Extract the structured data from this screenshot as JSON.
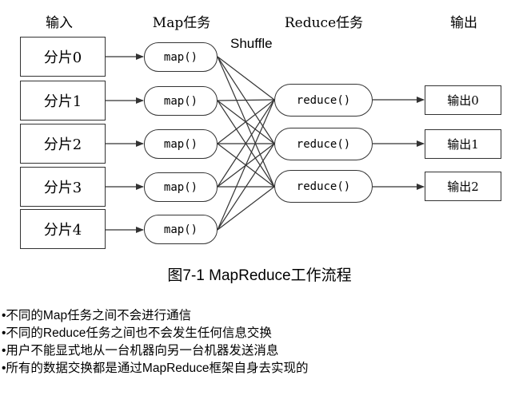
{
  "headers": {
    "input": "输入",
    "map": "Map任务",
    "reduce": "Reduce任务",
    "output": "输出"
  },
  "inputs": [
    "分片0",
    "分片1",
    "分片2",
    "分片3",
    "分片4"
  ],
  "maps": [
    "map()",
    "map()",
    "map()",
    "map()",
    "map()"
  ],
  "reduces": [
    "reduce()",
    "reduce()",
    "reduce()"
  ],
  "outputs": [
    "输出0",
    "输出1",
    "输出2"
  ],
  "shuffle_label": "Shuffle",
  "caption": "图7-1 MapReduce工作流程",
  "notes": [
    "•不同的Map任务之间不会进行通信",
    "•不同的Reduce任务之间也不会发生任何信息交换",
    "•用户不能显式地从一台机器向另一台机器发送消息",
    "•所有的数据交换都是通过MapReduce框架自身去实现的"
  ],
  "colors": {
    "line": "#333333",
    "border": "#333333"
  }
}
